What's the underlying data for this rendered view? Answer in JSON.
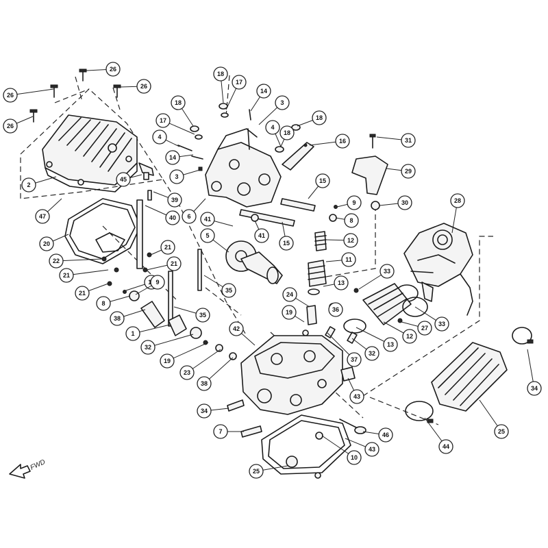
{
  "diagram": {
    "fwd_label": "FWD",
    "callouts": [
      {
        "label": "26"
      },
      {
        "label": "26"
      },
      {
        "label": "26"
      },
      {
        "label": "26"
      },
      {
        "label": "2"
      },
      {
        "label": "45"
      },
      {
        "label": "47"
      },
      {
        "label": "39"
      },
      {
        "label": "40"
      },
      {
        "label": "18"
      },
      {
        "label": "17"
      },
      {
        "label": "14"
      },
      {
        "label": "3"
      },
      {
        "label": "18"
      },
      {
        "label": "17"
      },
      {
        "label": "4"
      },
      {
        "label": "14"
      },
      {
        "label": "3"
      },
      {
        "label": "4"
      },
      {
        "label": "18"
      },
      {
        "label": "18"
      },
      {
        "label": "16"
      },
      {
        "label": "31"
      },
      {
        "label": "29"
      },
      {
        "label": "15"
      },
      {
        "label": "6"
      },
      {
        "label": "9"
      },
      {
        "label": "30"
      },
      {
        "label": "8"
      },
      {
        "label": "28"
      },
      {
        "label": "41"
      },
      {
        "label": "41"
      },
      {
        "label": "15"
      },
      {
        "label": "12"
      },
      {
        "label": "5"
      },
      {
        "label": "20"
      },
      {
        "label": "22"
      },
      {
        "label": "21"
      },
      {
        "label": "21"
      },
      {
        "label": "21"
      },
      {
        "label": "21"
      },
      {
        "label": "11"
      },
      {
        "label": "35"
      },
      {
        "label": "33"
      },
      {
        "label": "13"
      },
      {
        "label": "9"
      },
      {
        "label": "8"
      },
      {
        "label": "24"
      },
      {
        "label": "11"
      },
      {
        "label": "35"
      },
      {
        "label": "38"
      },
      {
        "label": "19"
      },
      {
        "label": "36"
      },
      {
        "label": "33"
      },
      {
        "label": "27"
      },
      {
        "label": "12"
      },
      {
        "label": "1"
      },
      {
        "label": "42"
      },
      {
        "label": "13"
      },
      {
        "label": "32"
      },
      {
        "label": "19"
      },
      {
        "label": "23"
      },
      {
        "label": "38"
      },
      {
        "label": "32"
      },
      {
        "label": "37"
      },
      {
        "label": "43"
      },
      {
        "label": "34"
      },
      {
        "label": "34"
      },
      {
        "label": "7"
      },
      {
        "label": "46"
      },
      {
        "label": "43"
      },
      {
        "label": "44"
      },
      {
        "label": "25"
      },
      {
        "label": "10"
      },
      {
        "label": "25"
      }
    ]
  }
}
